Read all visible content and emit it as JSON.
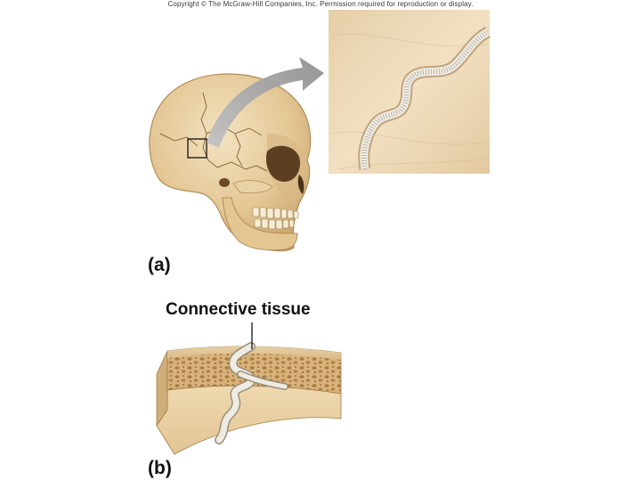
{
  "copyright": "Copyright © The McGraw-Hill Companies, Inc. Permission required for reproduction or display.",
  "panels": {
    "a": {
      "label": "(a)"
    },
    "b": {
      "label": "(b)",
      "callout": "Connective tissue"
    }
  },
  "colors": {
    "bone": "#ead3a8",
    "bone_shadow": "#c9a874",
    "suture_tissue": "#e8e4dc",
    "spongy_bone": "#c89a5e",
    "arrow": "#9a9a9a"
  }
}
